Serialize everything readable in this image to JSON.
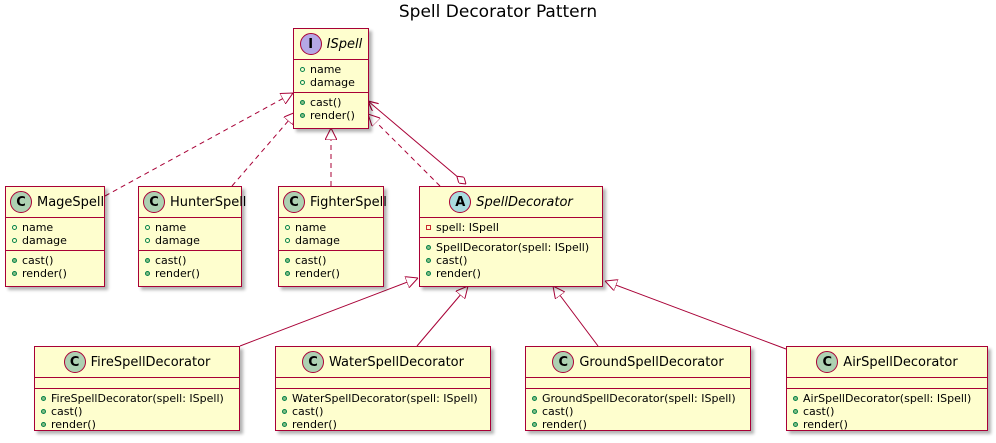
{
  "title": "Spell Decorator Pattern",
  "ispell": {
    "stereotype": "I",
    "name": "ISpell",
    "fields": [
      "name",
      "damage"
    ],
    "methods": [
      "cast()",
      "render()"
    ]
  },
  "mage": {
    "stereotype": "C",
    "name": "MageSpell",
    "fields": [
      "name",
      "damage"
    ],
    "methods": [
      "cast()",
      "render()"
    ]
  },
  "hunter": {
    "stereotype": "C",
    "name": "HunterSpell",
    "fields": [
      "name",
      "damage"
    ],
    "methods": [
      "cast()",
      "render()"
    ]
  },
  "fighter": {
    "stereotype": "C",
    "name": "FighterSpell",
    "fields": [
      "name",
      "damage"
    ],
    "methods": [
      "cast()",
      "render()"
    ]
  },
  "decorator": {
    "stereotype": "A",
    "name": "SpellDecorator",
    "fields": [
      "spell: ISpell"
    ],
    "methods": [
      "SpellDecorator(spell: ISpell)",
      "cast()",
      "render()"
    ]
  },
  "fire": {
    "stereotype": "C",
    "name": "FireSpellDecorator",
    "methods": [
      "FireSpellDecorator(spell: ISpell)",
      "cast()",
      "render()"
    ]
  },
  "water": {
    "stereotype": "C",
    "name": "WaterSpellDecorator",
    "methods": [
      "WaterSpellDecorator(spell: ISpell)",
      "cast()",
      "render()"
    ]
  },
  "ground": {
    "stereotype": "C",
    "name": "GroundSpellDecorator",
    "methods": [
      "GroundSpellDecorator(spell: ISpell)",
      "cast()",
      "render()"
    ]
  },
  "air": {
    "stereotype": "C",
    "name": "AirSpellDecorator",
    "methods": [
      "AirSpellDecorator(spell: ISpell)",
      "cast()",
      "render()"
    ]
  },
  "colors": {
    "box_fill": "#FEFECE",
    "box_border": "#A80036",
    "interface_badge": "#B4A7E5",
    "class_badge": "#ADD1B2",
    "abstract_badge": "#A9DCDF"
  }
}
